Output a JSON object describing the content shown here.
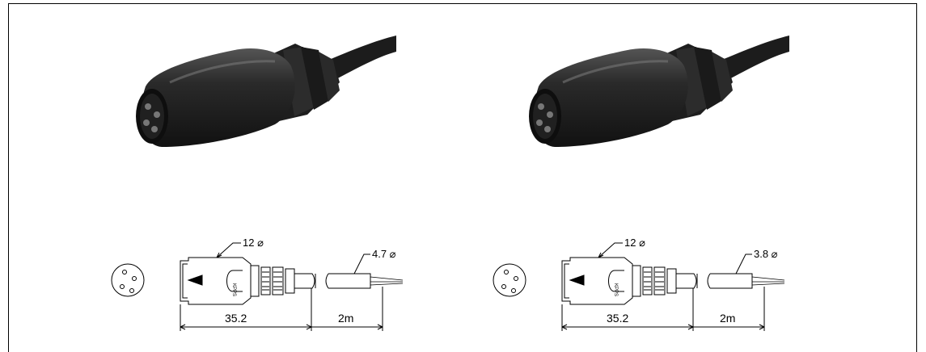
{
  "figures": [
    {
      "id": "left",
      "labels": {
        "diameter_body": "12 ⌀",
        "diameter_cable": "4.7 ⌀",
        "length_connector": "35.2",
        "length_cable": "2m",
        "brand": "KPPS"
      }
    },
    {
      "id": "right",
      "labels": {
        "diameter_body": "12 ⌀",
        "diameter_cable": "3.8 ⌀",
        "length_connector": "35.2",
        "length_cable": "2m",
        "brand": "KPPS"
      }
    }
  ],
  "colors": {
    "line": "#000000",
    "plastic_dark": "#1a1a1a",
    "plastic_mid": "#3a3a3a",
    "plastic_light": "#6a6a6a"
  }
}
